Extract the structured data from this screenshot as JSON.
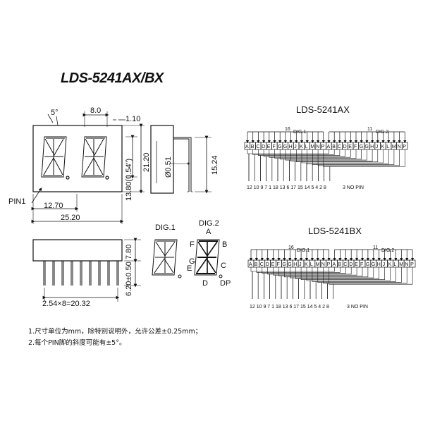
{
  "title": "LDS-5241AX/BX",
  "dims": {
    "angle": "5°",
    "pitch_top": "8.0",
    "seg_gap": "1.10",
    "height_digit": "13.80(0.54\")",
    "height_body": "21.20",
    "pin_dia": "Ø0.51",
    "pin_len": "15.24",
    "width_half": "12.70",
    "width_body": "25.20",
    "pin_pitch": "2.54×8=20.32",
    "side_h1": "7.80",
    "side_h2": "6.20±0.50",
    "pin1": "PIN1"
  },
  "segments": {
    "dig1": "DIG.1",
    "dig2": "DIG.2",
    "A": "A",
    "B": "B",
    "C": "C",
    "D": "D",
    "E": "E",
    "F": "F",
    "G": "G",
    "DP": "DP"
  },
  "schematics": [
    {
      "name": "LDS-5241AX",
      "dig1_label": "DIG.1",
      "dig2_label": "DIG.2",
      "dig1_pin": "16",
      "dig2_pin": "11",
      "segments": [
        "A",
        "B",
        "C",
        "D",
        "E",
        "F",
        "G",
        "G",
        "H",
        "J",
        "K",
        "L",
        "M",
        "N",
        "P",
        "A",
        "B",
        "C",
        "D",
        "E",
        "F",
        "G",
        "G",
        "H",
        "J",
        "K",
        "L",
        "M",
        "N",
        "P"
      ],
      "pins": "12 10 9 7 1 18 13 6 17 15 14 5 4 2 8",
      "no_pin": "3 NO PIN"
    },
    {
      "name": "LDS-5241BX",
      "dig1_label": "DIG.1",
      "dig2_label": "DIG.2",
      "dig1_pin": "16",
      "dig2_pin": "11",
      "segments": [
        "A",
        "B",
        "C",
        "D",
        "E",
        "F",
        "G",
        "G",
        "H",
        "J",
        "K",
        "L",
        "M",
        "N",
        "P",
        "A",
        "B",
        "C",
        "D",
        "E",
        "F",
        "G",
        "G",
        "H",
        "J",
        "K",
        "L",
        "M",
        "N",
        "P"
      ],
      "pins": "12 10 9 7 1 18 13 6 17 15 14 5 4 2 8",
      "no_pin": "3 NO PIN"
    }
  ],
  "notes": [
    "1.尺寸单位为mm，除特别说明外，允许公差±0.25mm；",
    "2.每个PIN脚的斜度可能有±5°。"
  ]
}
